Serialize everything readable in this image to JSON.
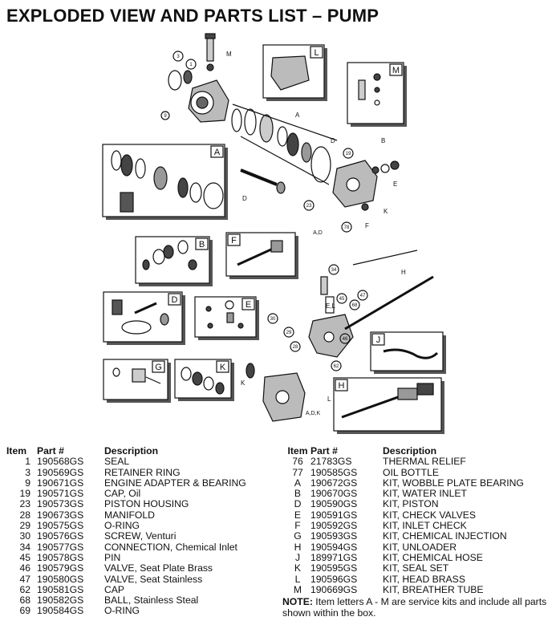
{
  "title": "EXPLODED VIEW AND PARTS LIST – PUMP",
  "diagram": {
    "box_labels": {
      "A": "A",
      "B": "B",
      "D": "D",
      "E": "E",
      "F": "F",
      "G": "G",
      "H": "H",
      "J": "J",
      "K": "K",
      "L": "L",
      "M": "M"
    },
    "callouts": [
      "3",
      "1",
      "9",
      "19",
      "23",
      "78",
      "34",
      "45",
      "47",
      "68",
      "30",
      "29",
      "28",
      "46",
      "62",
      "A,D",
      "A,D,K"
    ],
    "letter_callouts": [
      "M",
      "A",
      "D",
      "B",
      "E",
      "K",
      "F",
      "H",
      "E,L",
      "L",
      "K",
      "D"
    ]
  },
  "parts_left": {
    "headers": {
      "item": "Item",
      "part": "Part #",
      "desc": "Description"
    },
    "rows": [
      {
        "item": "1",
        "part": "190568GS",
        "desc": "SEAL"
      },
      {
        "item": "3",
        "part": "190569GS",
        "desc": "RETAINER RING"
      },
      {
        "item": "9",
        "part": "190671GS",
        "desc": "ENGINE ADAPTER & BEARING"
      },
      {
        "item": "19",
        "part": "190571GS",
        "desc": "CAP, Oil"
      },
      {
        "item": "23",
        "part": "190573GS",
        "desc": "PISTON HOUSING"
      },
      {
        "item": "28",
        "part": "190673GS",
        "desc": "MANIFOLD"
      },
      {
        "item": "29",
        "part": "190575GS",
        "desc": "O-RING"
      },
      {
        "item": "30",
        "part": "190576GS",
        "desc": "SCREW, Venturi"
      },
      {
        "item": "34",
        "part": "190577GS",
        "desc": "CONNECTION, Chemical Inlet"
      },
      {
        "item": "45",
        "part": "190578GS",
        "desc": "PIN"
      },
      {
        "item": "46",
        "part": "190579GS",
        "desc": "VALVE, Seat Plate Brass"
      },
      {
        "item": "47",
        "part": "190580GS",
        "desc": "VALVE, Seat Stainless"
      },
      {
        "item": "62",
        "part": "190581GS",
        "desc": "CAP"
      },
      {
        "item": "68",
        "part": "190582GS",
        "desc": "BALL, Stainless Steal"
      },
      {
        "item": "69",
        "part": "190584GS",
        "desc": "O-RING"
      }
    ]
  },
  "parts_right": {
    "headers": {
      "item": "Item",
      "part": "Part #",
      "desc": "Description"
    },
    "rows": [
      {
        "item": "76",
        "part": "21783GS",
        "desc": "THERMAL RELIEF"
      },
      {
        "item": "77",
        "part": "190585GS",
        "desc": "OIL BOTTLE"
      },
      {
        "item": "A",
        "part": "190672GS",
        "desc": "KIT, WOBBLE PLATE BEARING"
      },
      {
        "item": "B",
        "part": "190670GS",
        "desc": "KIT, WATER INLET"
      },
      {
        "item": "D",
        "part": "190590GS",
        "desc": "KIT, PISTON"
      },
      {
        "item": "E",
        "part": "190591GS",
        "desc": "KIT, CHECK VALVES"
      },
      {
        "item": "F",
        "part": "190592GS",
        "desc": "KIT, INLET CHECK"
      },
      {
        "item": "G",
        "part": "190593GS",
        "desc": "KIT, CHEMICAL INJECTION"
      },
      {
        "item": "H",
        "part": "190594GS",
        "desc": "KIT, UNLOADER"
      },
      {
        "item": "J",
        "part": "189971GS",
        "desc": "KIT, CHEMICAL HOSE"
      },
      {
        "item": "K",
        "part": "190595GS",
        "desc": "KIT, SEAL SET"
      },
      {
        "item": "L",
        "part": "190596GS",
        "desc": "KIT, HEAD BRASS"
      },
      {
        "item": "M",
        "part": "190669GS",
        "desc": "KIT, BREATHER TUBE"
      }
    ]
  },
  "note": {
    "label": "NOTE:",
    "text": " Item letters A - M are service kits and include all parts shown within the box."
  }
}
